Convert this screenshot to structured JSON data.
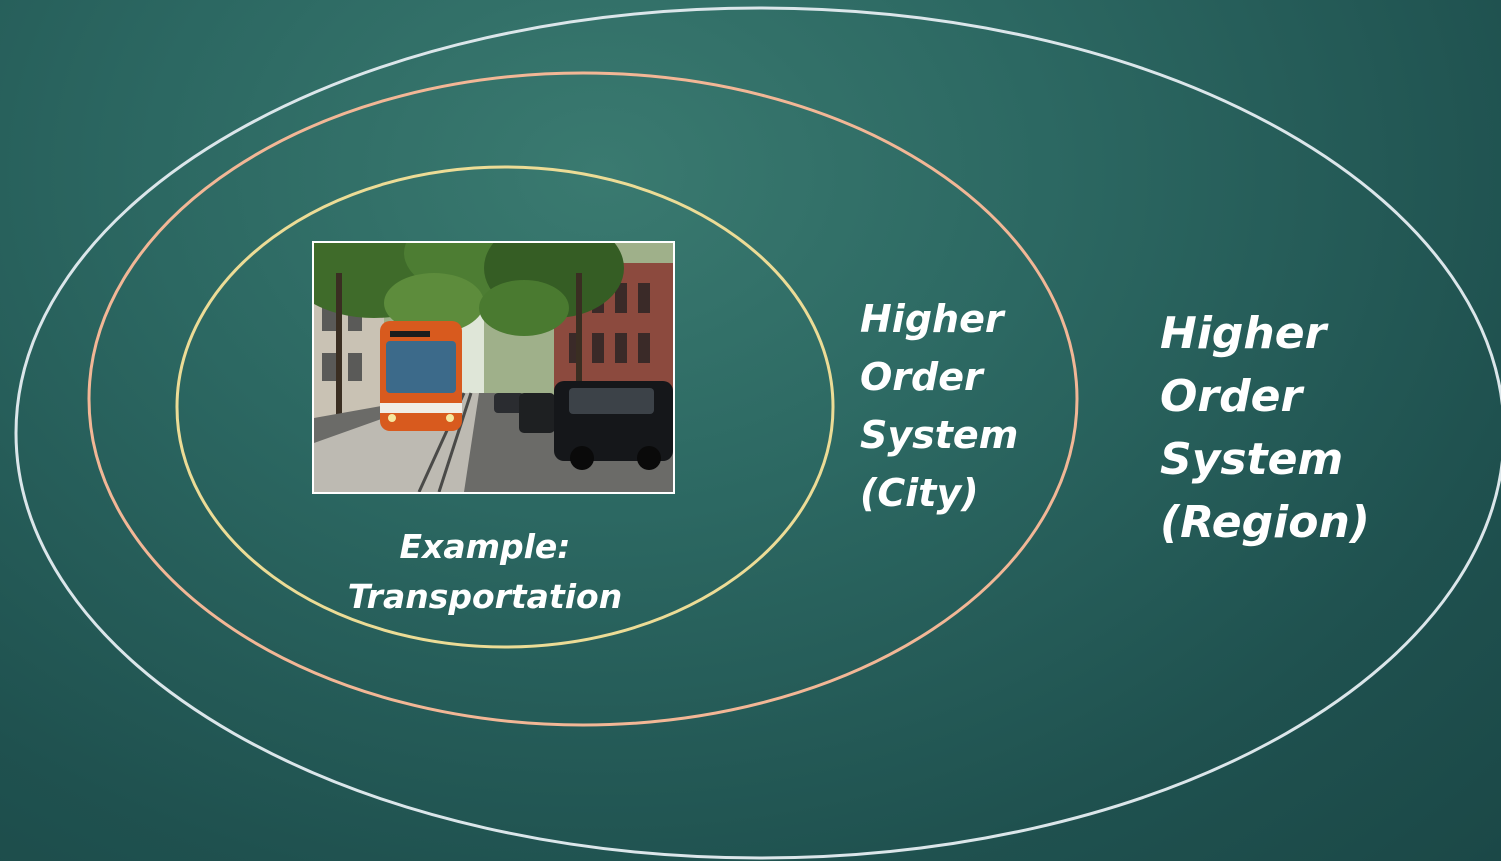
{
  "diagram": {
    "labels": {
      "region": "Higher\nOrder\nSystem\n(Region)",
      "city": "Higher\nOrder\nSystem\n(City)",
      "example": "Example:\nTransportation"
    },
    "rings": {
      "region_color": "#dbe6ea",
      "city_color": "#f2b796",
      "example_color": "#ecdc96"
    },
    "photo": {
      "subject": "streetcar on tree-lined city street"
    }
  }
}
